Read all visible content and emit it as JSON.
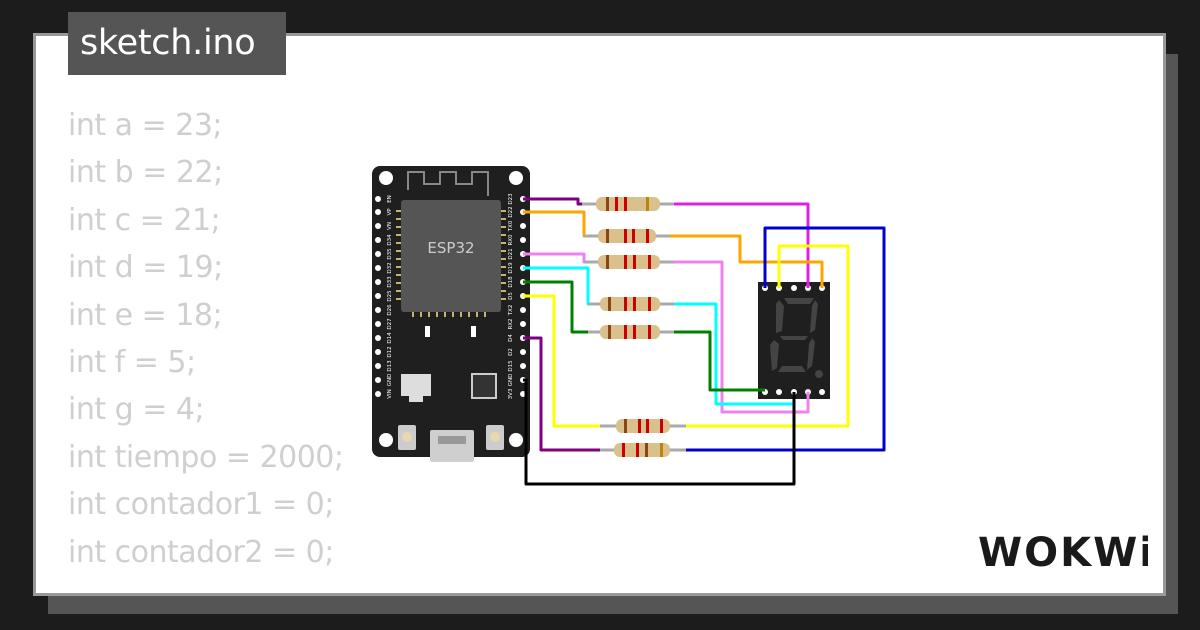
{
  "file_tab": {
    "label": "sketch.ino"
  },
  "code_lines": [
    "int a = 23;",
    "int b = 22;",
    "int c = 21;",
    "int d = 19;",
    "int e = 18;",
    "int f = 5;",
    "int g = 4;",
    "int tiempo = 2000;",
    "int contador1 = 0;",
    "int contador2 = 0;"
  ],
  "esp32": {
    "chip_label": "ESP32",
    "left_pins": [
      "EN",
      "VP",
      "VN",
      "D34",
      "D35",
      "D32",
      "D33",
      "D25",
      "D26",
      "D27",
      "D14",
      "D12",
      "D13",
      "GND",
      "VIN"
    ],
    "right_pins": [
      "D23",
      "D22",
      "TX0",
      "RX0",
      "D21",
      "D19",
      "D18",
      "D5",
      "TX2",
      "RX2",
      "D4",
      "D2",
      "D15",
      "GND",
      "3V3"
    ]
  },
  "logo": {
    "text": "WOKWi"
  },
  "colors": {
    "background": "#1c1c1c",
    "card": "#ffffff",
    "tab": "#555555",
    "code_text": "#cfcfcf",
    "board": "#1f1f1f",
    "wire_purple": "#800080",
    "wire_orange": "#ffa500",
    "wire_violet": "#ee82ee",
    "wire_cyan": "#00ffff",
    "wire_green": "#008000",
    "wire_magenta": "#e020e0",
    "wire_yellow": "#ffff00",
    "wire_blue": "#0000cd",
    "wire_black": "#000000"
  }
}
